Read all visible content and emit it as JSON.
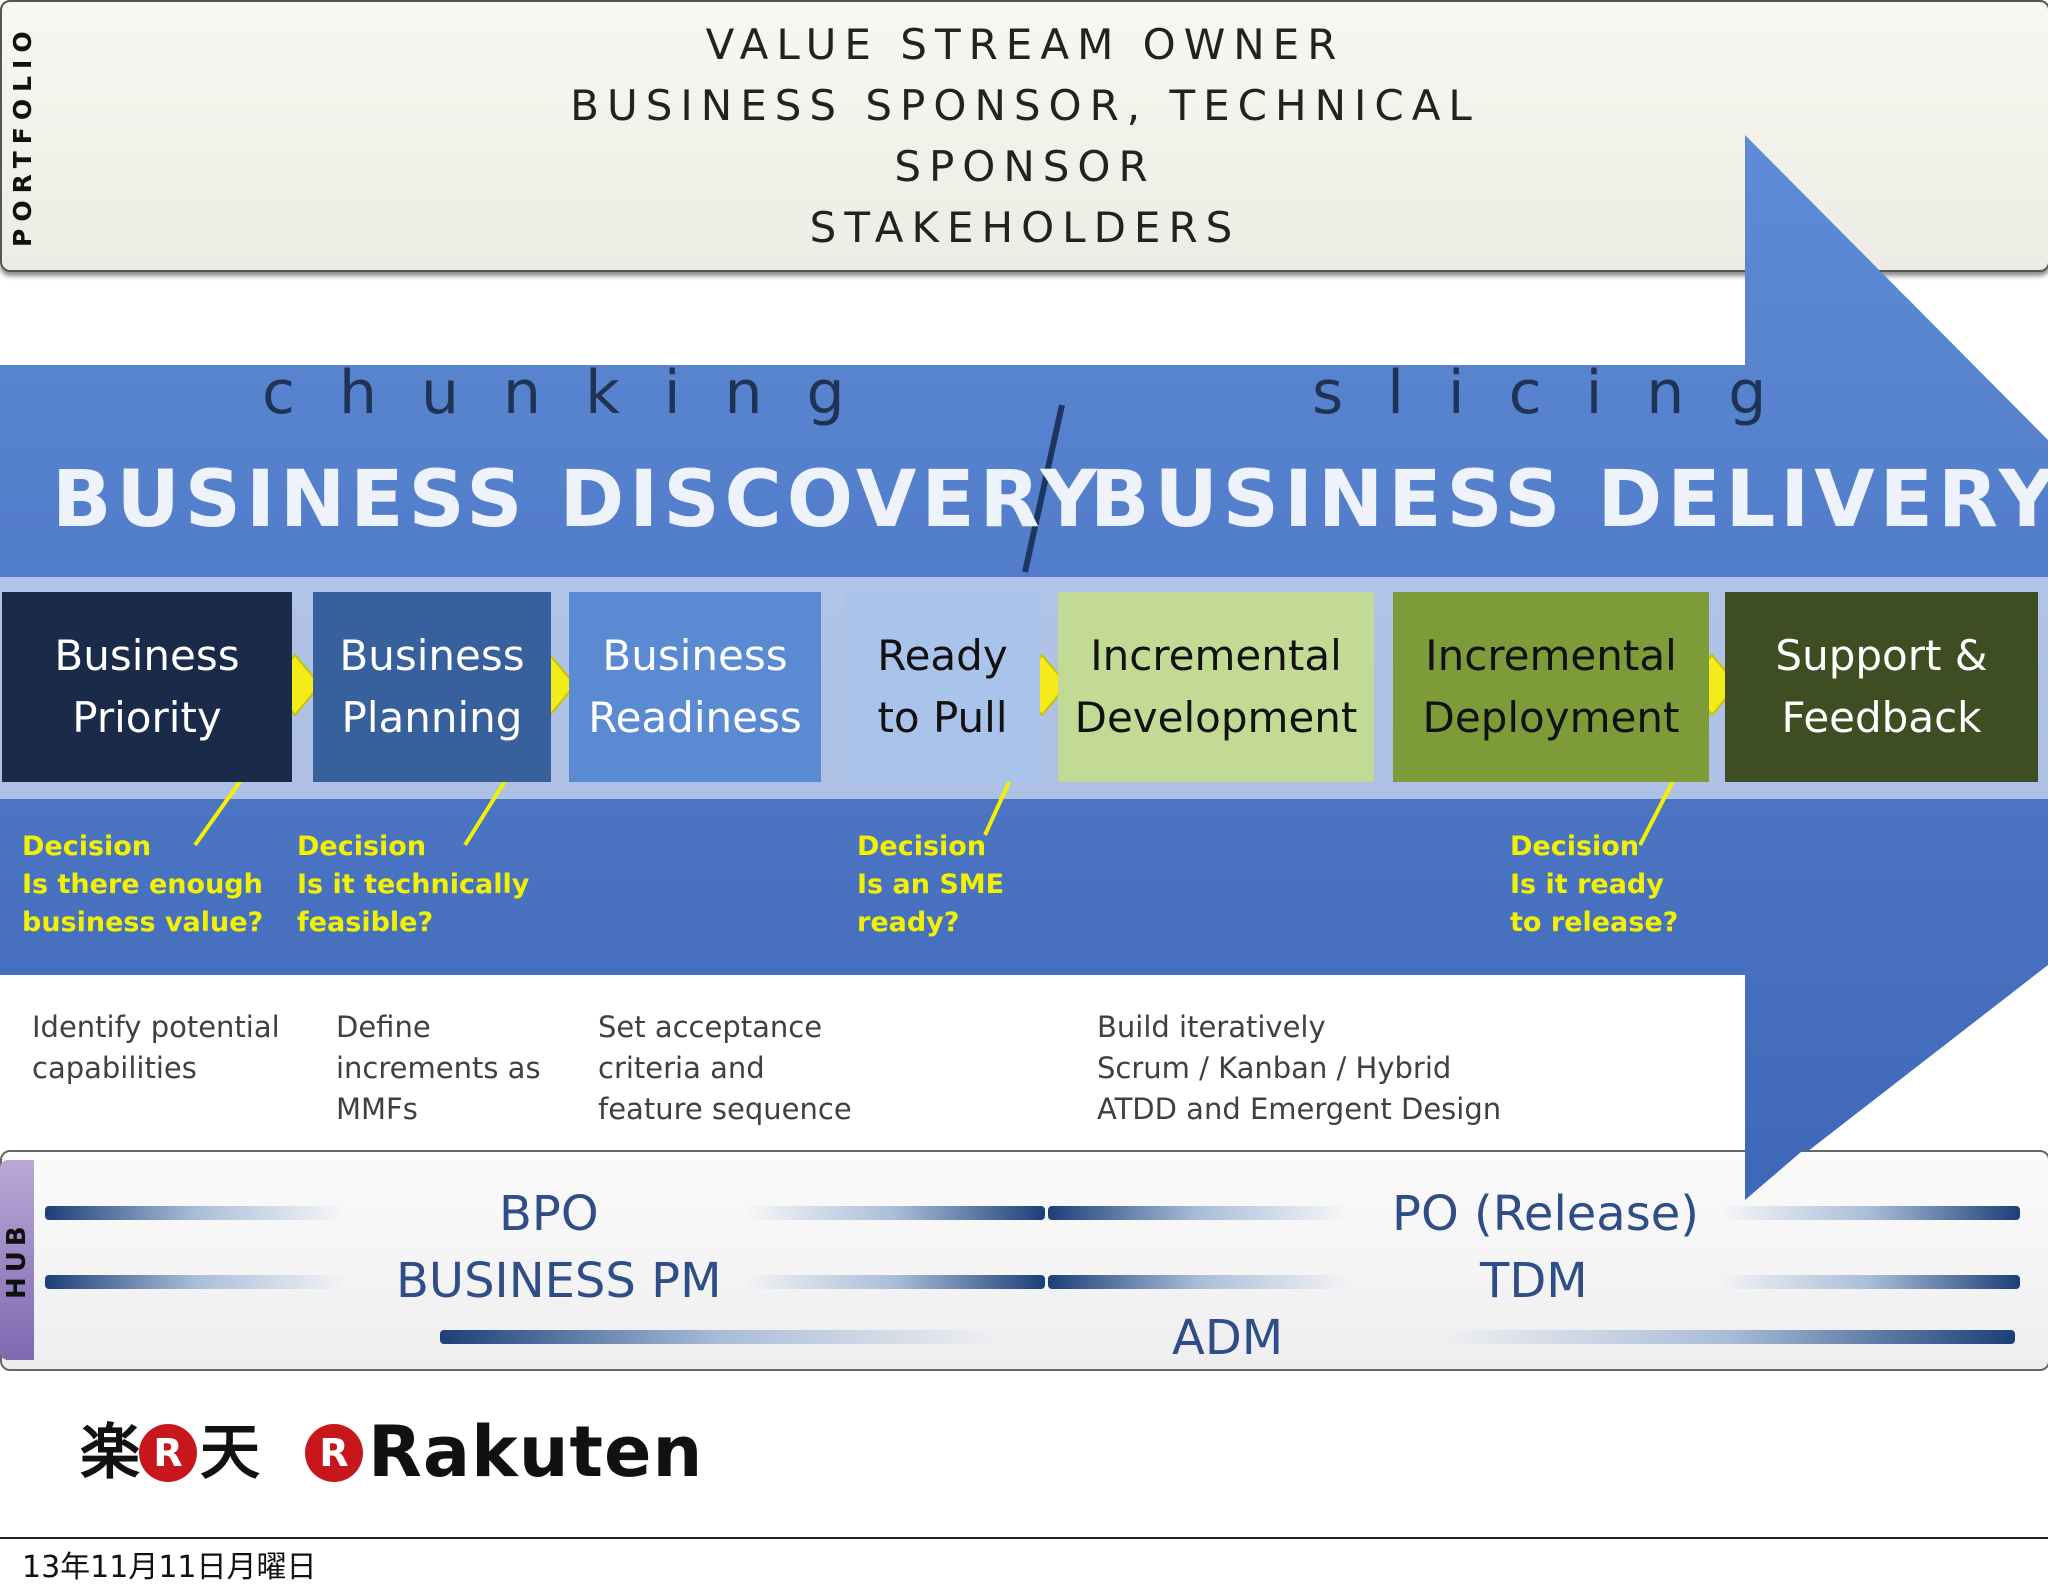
{
  "portfolio": {
    "label": "PORTFOLIO",
    "lines": [
      "VALUE STREAM OWNER",
      "BUSINESS SPONSOR, TECHNICAL",
      "SPONSOR",
      "STAKEHOLDERS"
    ]
  },
  "arrow": {
    "left_word": "chunking",
    "right_word": "slicing",
    "left_title": "BUSINESS DISCOVERY",
    "right_title": "BUSINESS DELIVERY",
    "color": "#4a74c3"
  },
  "stages": [
    {
      "label": "Business\nPriority",
      "bg": "#1a2b4a",
      "fg": "#ffffff"
    },
    {
      "label": "Business\nPlanning",
      "bg": "#37609c",
      "fg": "#ffffff"
    },
    {
      "label": "Business\nReadiness",
      "bg": "#5a8ad2",
      "fg": "#ffffff"
    },
    {
      "label": "Ready\nto Pull",
      "bg": "#a9c3ea",
      "fg": "#111111"
    },
    {
      "label": "Incremental\nDevelopment",
      "bg": "#c3da95",
      "fg": "#111111"
    },
    {
      "label": "Incremental\nDeployment",
      "bg": "#7e9b3a",
      "fg": "#111111"
    },
    {
      "label": "Support &\nFeedback",
      "bg": "#3f4e22",
      "fg": "#ffffff"
    }
  ],
  "decisions": [
    "Decision\nIs there enough\nbusiness value?",
    "Decision\nIs it technically\nfeasible?",
    "Decision\nIs an SME\nready?",
    "Decision\nIs it ready\nto release?"
  ],
  "activities": [
    "Identify potential\ncapabilities",
    "Define\nincrements as\nMMFs",
    "Set acceptance\ncriteria and\nfeature sequence",
    "Build iteratively\nScrum / Kanban / Hybrid\nATDD and Emergent Design"
  ],
  "hub": {
    "label": "HUB",
    "roles": [
      "BPO",
      "PO (Release)",
      "BUSINESS PM",
      "TDM",
      "ADM"
    ]
  },
  "footer": {
    "logo_kanji_1": "楽",
    "logo_r": "R",
    "logo_kanji_2": "天",
    "logo_word": "Rakuten",
    "date": "13年11月11日月曜日"
  }
}
